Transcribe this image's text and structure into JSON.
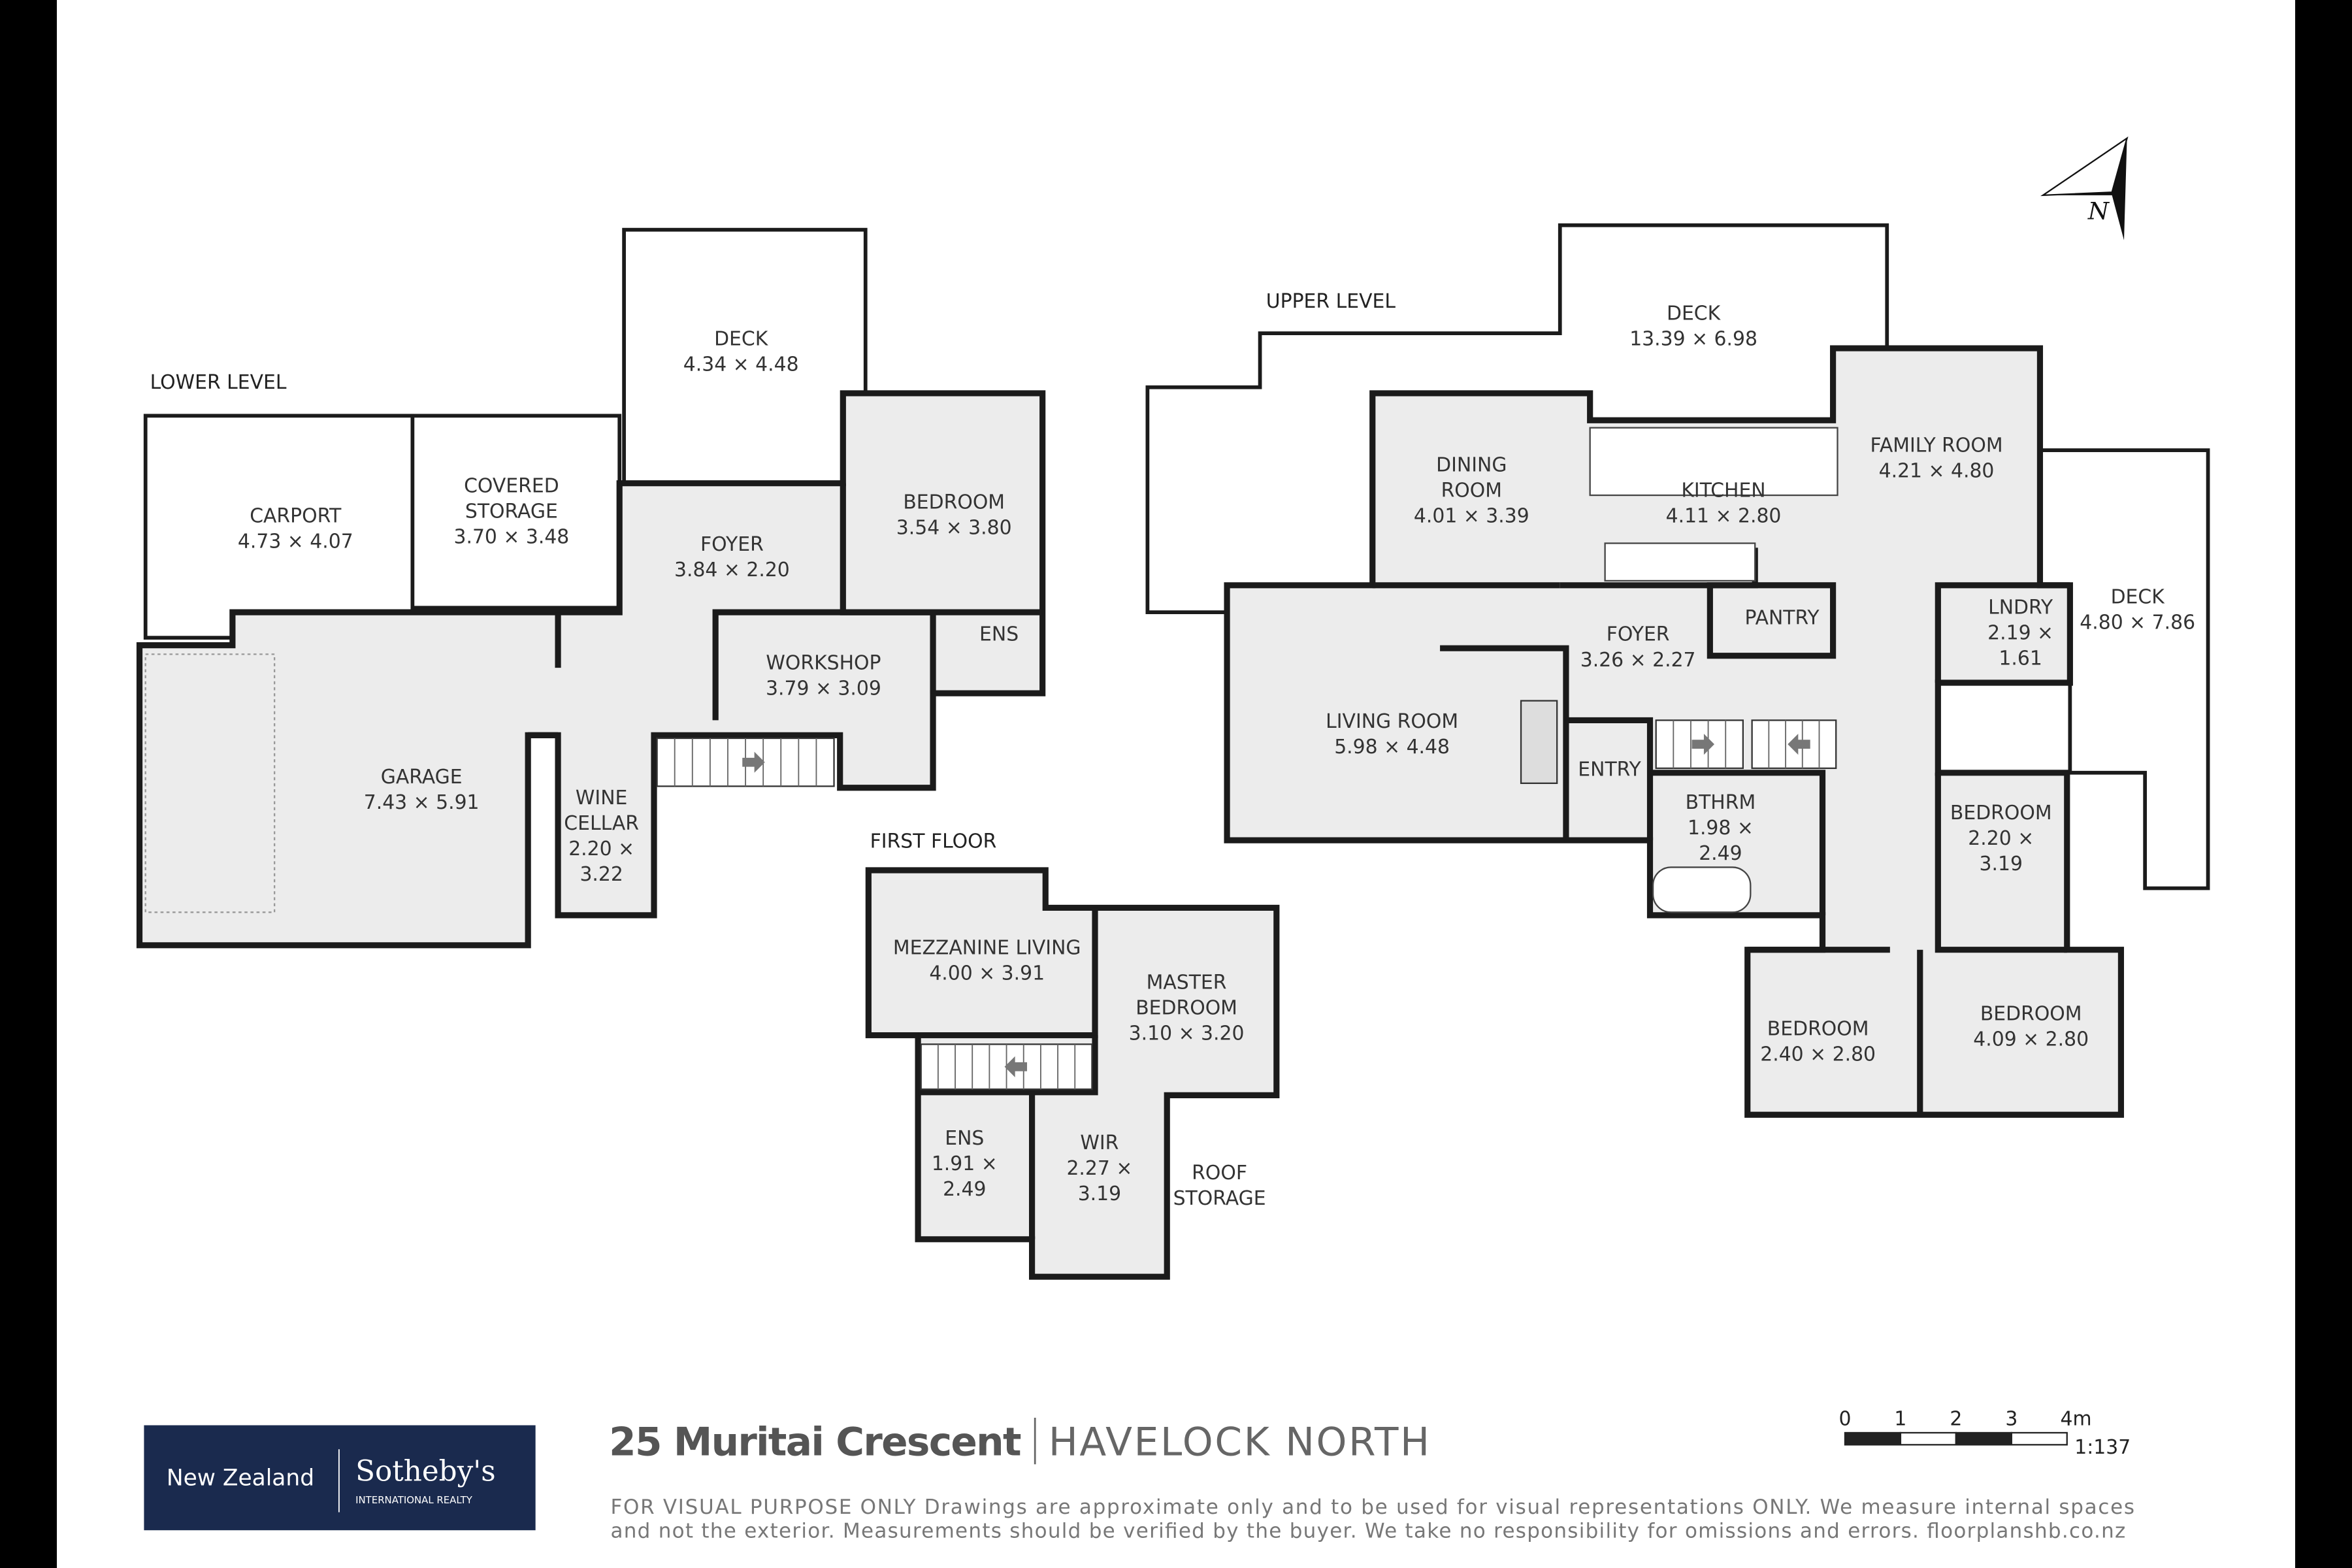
{
  "levels": {
    "lower": {
      "label": "LOWER LEVEL",
      "rooms": [
        {
          "name": "CARPORT",
          "dims": "4.73 × 4.07"
        },
        {
          "name": "COVERED STORAGE",
          "dims": "3.70 × 3.48"
        },
        {
          "name": "DECK",
          "dims": "4.34 × 4.48"
        },
        {
          "name": "FOYER",
          "dims": "3.84 × 2.20"
        },
        {
          "name": "BEDROOM",
          "dims": "3.54 × 3.80"
        },
        {
          "name": "WORKSHOP",
          "dims": "3.79 × 3.09"
        },
        {
          "name": "ENS",
          "dims": ""
        },
        {
          "name": "GARAGE",
          "dims": "7.43 × 5.91"
        },
        {
          "name": "WINE CELLAR",
          "dims": "2.20 × 3.22"
        }
      ]
    },
    "first": {
      "label": "FIRST FLOOR",
      "rooms": [
        {
          "name": "MEZZANINE LIVING",
          "dims": "4.00 × 3.91"
        },
        {
          "name": "MASTER BEDROOM",
          "dims": "3.10 × 3.20"
        },
        {
          "name": "ENS",
          "dims": "1.91 × 2.49"
        },
        {
          "name": "WIR",
          "dims": "2.27 × 3.19"
        },
        {
          "name": "ROOF STORAGE",
          "dims": ""
        }
      ]
    },
    "upper": {
      "label": "UPPER LEVEL",
      "rooms": [
        {
          "name": "DECK",
          "dims": "13.39 × 6.98"
        },
        {
          "name": "DINING ROOM",
          "dims": "4.01 × 3.39"
        },
        {
          "name": "KITCHEN",
          "dims": "4.11 × 2.80"
        },
        {
          "name": "FAMILY ROOM",
          "dims": "4.21 × 4.80"
        },
        {
          "name": "LIVING ROOM",
          "dims": "5.98 × 4.48"
        },
        {
          "name": "FOYER",
          "dims": "3.26 × 2.27"
        },
        {
          "name": "PANTRY",
          "dims": ""
        },
        {
          "name": "LNDRY",
          "dims": "2.19 × 1.61"
        },
        {
          "name": "DECK",
          "dims": "4.80 × 7.86"
        },
        {
          "name": "ENTRY",
          "dims": ""
        },
        {
          "name": "BTHRM",
          "dims": "1.98 × 2.49"
        },
        {
          "name": "BEDROOM",
          "dims": "2.20 × 3.19"
        },
        {
          "name": "BEDROOM",
          "dims": "2.40 × 2.80"
        },
        {
          "name": "BEDROOM",
          "dims": "4.09 × 2.80"
        }
      ]
    }
  },
  "compass": {
    "label": "N",
    "icon": "north-arrow-icon"
  },
  "footer": {
    "logo": {
      "left": "New Zealand",
      "brand": "Sotheby's",
      "tagline": "INTERNATIONAL REALTY",
      "color": "#1a2a4e"
    },
    "address": "25 Muritai Crescent",
    "suburb": "HAVELOCK NORTH",
    "disclaimer_line1": "FOR VISUAL PURPOSE ONLY Drawings are approximate only and to be used for visual representations ONLY. We measure internal spaces",
    "disclaimer_line2": "and not the exterior. Measurements should be verified by the buyer. We take no responsibility for omissions and errors. floorplanshb.co.nz",
    "scale": {
      "ticks": [
        "0",
        "1",
        "2",
        "3",
        "4m"
      ],
      "ratio": "1:137"
    }
  }
}
